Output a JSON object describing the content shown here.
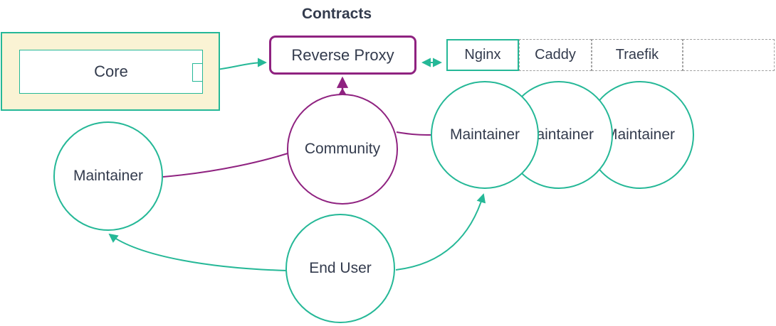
{
  "title": "Contracts",
  "colors": {
    "teal": "#25B897",
    "purple": "#8F2280",
    "group_fill": "#FAF3D4",
    "text": "#333B4D",
    "dashed_border": "#A0A0A0",
    "node_fill": "#FFFFFF"
  },
  "nodes": {
    "core": {
      "label": "Core"
    },
    "reverse_proxy": {
      "label": "Reverse Proxy"
    },
    "community": {
      "label": "Community"
    },
    "maintainer_left": {
      "label": "Maintainer"
    },
    "maintainers_right": [
      {
        "label": "Maintainer"
      },
      {
        "label": "Maintainer"
      },
      {
        "label": "Maintainer"
      }
    ],
    "end_user": {
      "label": "End User"
    }
  },
  "proxy_table": {
    "cells": [
      "Nginx",
      "Caddy",
      "Traefik",
      ""
    ]
  },
  "edges": [
    {
      "from": "Core",
      "to": "Reverse Proxy",
      "type": "arrow",
      "color": "teal"
    },
    {
      "from": "Reverse Proxy",
      "to": "Nginx",
      "type": "double-arrow",
      "color": "teal"
    },
    {
      "from": "Community",
      "to": "Reverse Proxy",
      "type": "arrow",
      "color": "purple"
    },
    {
      "from": "Community",
      "to": "Maintainer (left)",
      "type": "line",
      "color": "purple"
    },
    {
      "from": "Community",
      "to": "Maintainer (right)",
      "type": "line",
      "color": "purple"
    },
    {
      "from": "End User",
      "to": "Maintainer (left)",
      "type": "arrow",
      "color": "teal"
    },
    {
      "from": "End User",
      "to": "Maintainer (right)",
      "type": "arrow",
      "color": "teal"
    }
  ]
}
